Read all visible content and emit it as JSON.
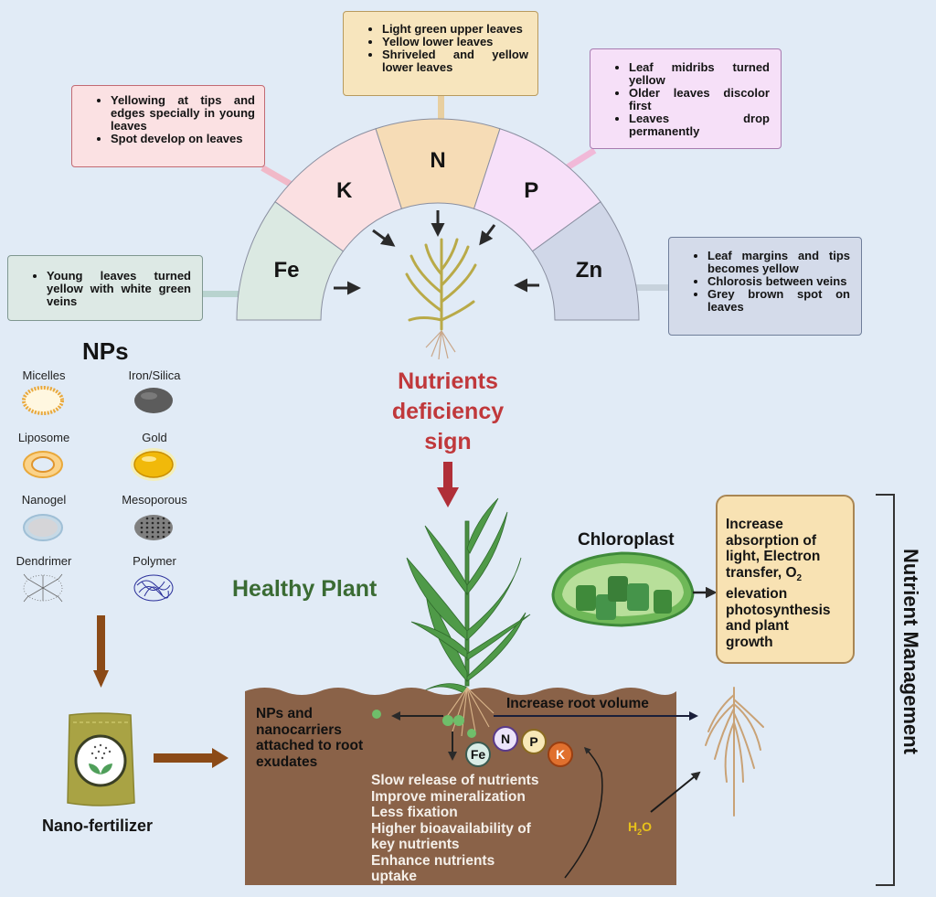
{
  "deficiency_boxes": {
    "K": [
      "Yellowing at tips and edges specially in young leaves",
      "Spot develop on leaves"
    ],
    "N": [
      "Light green upper leaves",
      "Yellow lower leaves",
      "Shriveled and yellow lower leaves"
    ],
    "P": [
      "Leaf midribs turned yellow",
      "Older leaves discolor first",
      "Leaves drop permanently"
    ],
    "Zn": [
      "Leaf margins and tips becomes yellow",
      "Chlorosis between veins",
      "Grey brown spot on leaves"
    ],
    "Fe": [
      "Young leaves turned yellow with white green veins"
    ]
  },
  "arc_segments": [
    {
      "label": "Fe",
      "color": "#dbe9e2"
    },
    {
      "label": "K",
      "color": "#fbe0e2"
    },
    {
      "label": "N",
      "color": "#f6dcb6"
    },
    {
      "label": "P",
      "color": "#f7e0f9"
    },
    {
      "label": "Zn",
      "color": "#d0d7e8"
    }
  ],
  "deficiency_title": [
    "Nutrients",
    "deficiency",
    "sign"
  ],
  "nps": {
    "title": "NPs",
    "items": [
      {
        "label": "Micelles"
      },
      {
        "label": "Iron/Silica"
      },
      {
        "label": "Liposome"
      },
      {
        "label": "Gold"
      },
      {
        "label": "Nanogel"
      },
      {
        "label": "Mesoporous"
      },
      {
        "label": "Dendrimer"
      },
      {
        "label": "Polymer"
      }
    ]
  },
  "nano_fertilizer_label": "Nano-fertilizer",
  "healthy_plant_label": "Healthy Plant",
  "chloroplast_label": "Chloroplast",
  "benefit_text": [
    "Increase",
    "absorption of",
    "light, Electron",
    "transfer, O",
    "elevation",
    "photosynthesis",
    "and plant",
    "growth"
  ],
  "benefit_subscript": "2",
  "soil": {
    "np_attach_text": [
      "NPs and",
      "nanocarriers",
      "attached to root",
      "exudates"
    ],
    "root_volume_text": "Increase root volume",
    "benefits": [
      "Slow release of nutrients",
      "Improve mineralization",
      "Less fixation",
      "Higher bioavailability of",
      "key nutrients",
      "Enhance nutrients",
      "uptake"
    ],
    "nutrient_balls": [
      {
        "label": "Fe",
        "fill": "#d9ece6",
        "stroke": "#3a5a50"
      },
      {
        "label": "N",
        "fill": "#ece4fb",
        "stroke": "#5a3a8a"
      },
      {
        "label": "P",
        "fill": "#f8e8b8",
        "stroke": "#8a6a20"
      },
      {
        "label": "K",
        "fill": "#e0702e",
        "stroke": "#9a3e10"
      }
    ],
    "water_label": "H",
    "water_sub": "2",
    "water_tail": "O"
  },
  "nutrient_management_label": "Nutrient Management",
  "colors": {
    "background": "#e1ebf6",
    "soil": "#8a6248",
    "red_accent": "#c0383b",
    "brown_arrow": "#8b4a17",
    "healthy_green": "#3a6b33"
  }
}
